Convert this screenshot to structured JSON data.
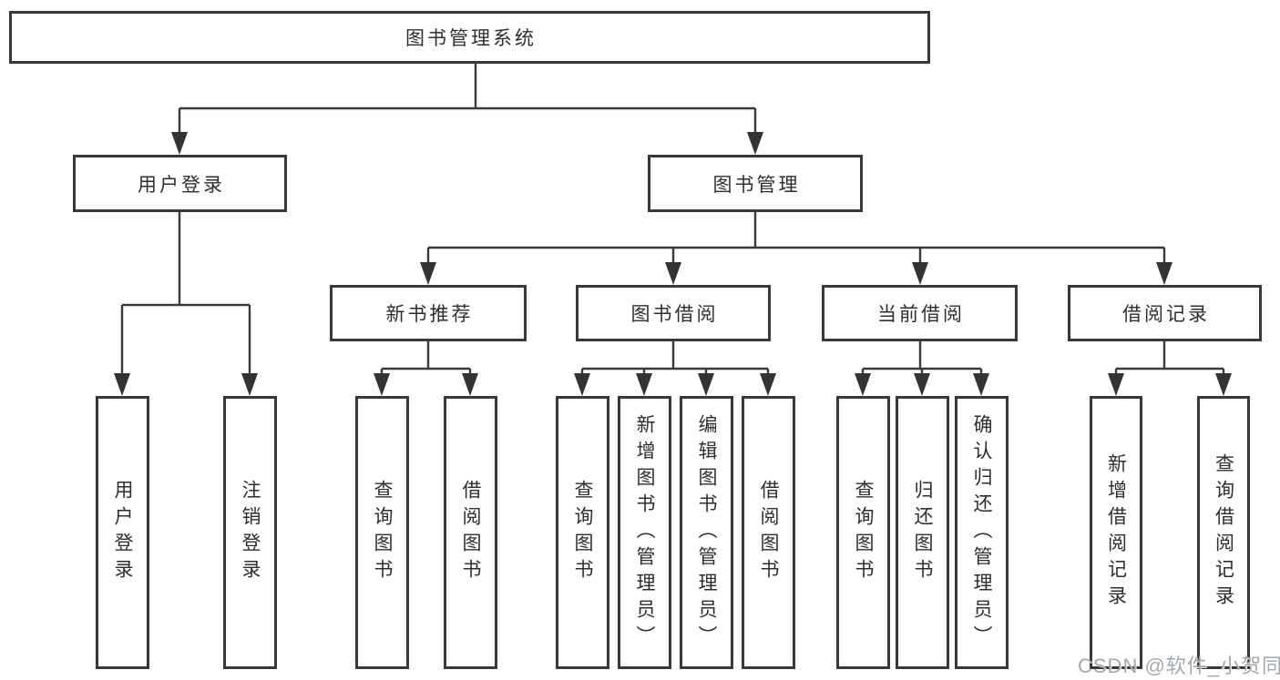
{
  "diagram": {
    "root": {
      "label": "图书管理系统"
    },
    "branches": [
      {
        "label": "用户登录",
        "children": [
          {
            "label": "用户登录"
          },
          {
            "label": "注销登录"
          }
        ]
      },
      {
        "label": "图书管理",
        "children": [
          {
            "label": "新书推荐",
            "children": [
              {
                "label": "查询图书"
              },
              {
                "label": "借阅图书"
              }
            ]
          },
          {
            "label": "图书借阅",
            "children": [
              {
                "label": "查询图书"
              },
              {
                "label": "新增图书（管理员）"
              },
              {
                "label": "编辑图书（管理员）"
              },
              {
                "label": "借阅图书"
              }
            ]
          },
          {
            "label": "当前借阅",
            "children": [
              {
                "label": "查询图书"
              },
              {
                "label": "归还图书"
              },
              {
                "label": "确认归还（管理员）"
              }
            ]
          },
          {
            "label": "借阅记录",
            "children": [
              {
                "label": "新增借阅记录"
              },
              {
                "label": "查询借阅记录"
              }
            ]
          }
        ]
      }
    ]
  },
  "watermark": {
    "text": "CSDN @软件_小贺同学"
  },
  "colors": {
    "line": "#3a3a3a",
    "box_border": "#383838",
    "text": "#2e2e2e",
    "watermark": "#9ea3aa",
    "background": "#ffffff"
  }
}
